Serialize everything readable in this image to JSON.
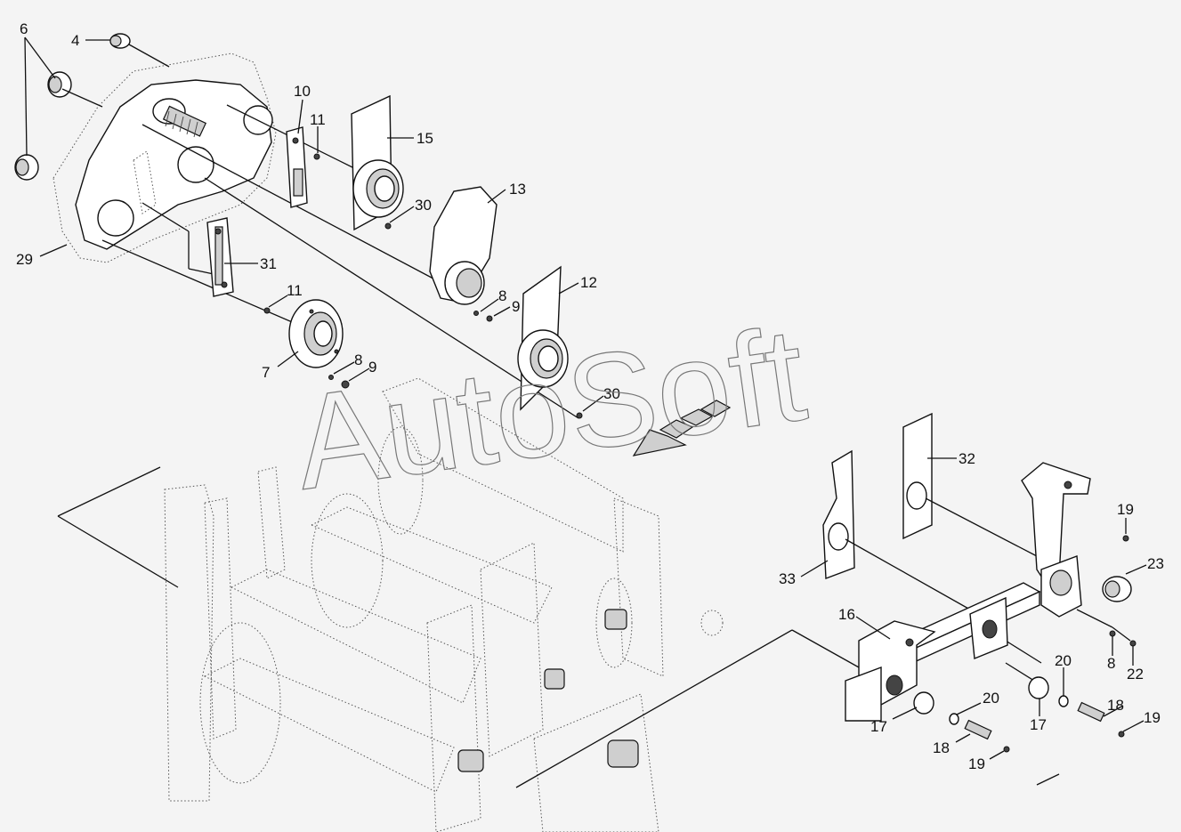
{
  "watermark": "AutoSoft",
  "callouts": [
    {
      "id": "c-6",
      "text": "6"
    },
    {
      "id": "c-4",
      "text": "4"
    },
    {
      "id": "c-10",
      "text": "10"
    },
    {
      "id": "c-11a",
      "text": "11"
    },
    {
      "id": "c-15",
      "text": "15"
    },
    {
      "id": "c-30a",
      "text": "30"
    },
    {
      "id": "c-13",
      "text": "13"
    },
    {
      "id": "c-29",
      "text": "29"
    },
    {
      "id": "c-31",
      "text": "31"
    },
    {
      "id": "c-11b",
      "text": "11"
    },
    {
      "id": "c-8a",
      "text": "8"
    },
    {
      "id": "c-9a",
      "text": "9"
    },
    {
      "id": "c-12",
      "text": "12"
    },
    {
      "id": "c-7",
      "text": "7"
    },
    {
      "id": "c-8b",
      "text": "8"
    },
    {
      "id": "c-9b",
      "text": "9"
    },
    {
      "id": "c-30b",
      "text": "30"
    },
    {
      "id": "c-32",
      "text": "32"
    },
    {
      "id": "c-19a",
      "text": "19"
    },
    {
      "id": "c-23",
      "text": "23"
    },
    {
      "id": "c-33",
      "text": "33"
    },
    {
      "id": "c-16",
      "text": "16"
    },
    {
      "id": "c-8c",
      "text": "8"
    },
    {
      "id": "c-22",
      "text": "22"
    },
    {
      "id": "c-20a",
      "text": "20"
    },
    {
      "id": "c-20b",
      "text": "20"
    },
    {
      "id": "c-18a",
      "text": "18"
    },
    {
      "id": "c-19b",
      "text": "19"
    },
    {
      "id": "c-17a",
      "text": "17"
    },
    {
      "id": "c-17b",
      "text": "17"
    },
    {
      "id": "c-18b",
      "text": "18"
    },
    {
      "id": "c-19c",
      "text": "19"
    }
  ]
}
